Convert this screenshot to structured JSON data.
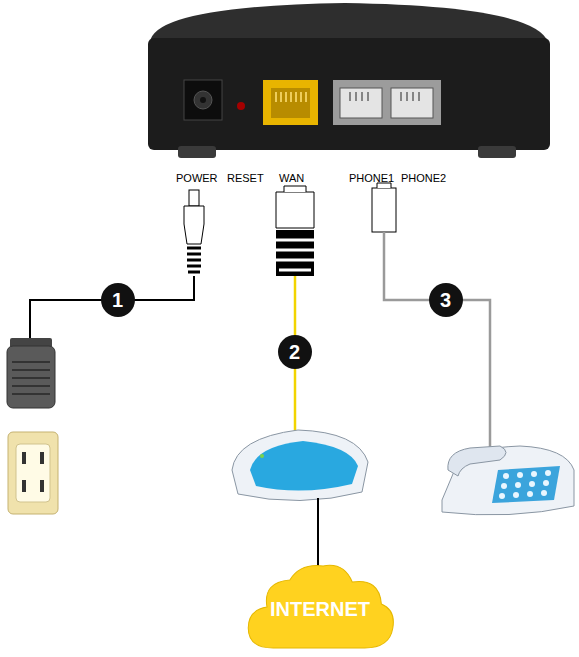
{
  "diagram": {
    "nodes": [
      {
        "text": [
          "INTERNET"
        ]
      }
    ],
    "labels": [
      "POWER",
      "RESET",
      "WAN",
      "PHONE1",
      "PHONE2",
      "1",
      "2",
      "3"
    ]
  }
}
